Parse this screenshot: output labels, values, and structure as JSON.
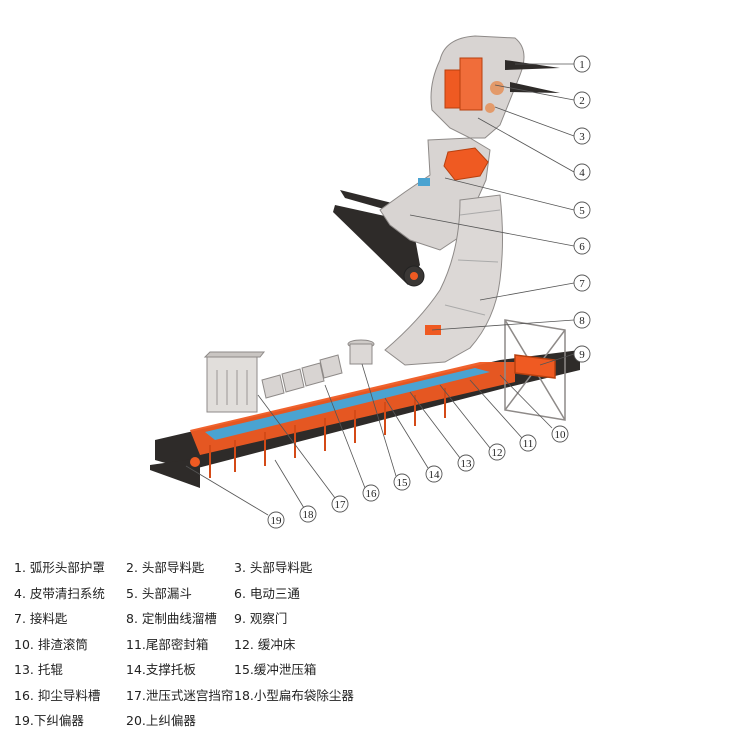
{
  "colors": {
    "housing": "#d8d4d2",
    "housing_edge": "#8e8a88",
    "frame": "#ef5a22",
    "belt": "#2e2b29",
    "rollers": "#4aa3d1",
    "line": "#555555"
  },
  "callouts": [
    "1",
    "2",
    "3",
    "4",
    "5",
    "6",
    "7",
    "8",
    "9",
    "10",
    "11",
    "12",
    "13",
    "14",
    "15",
    "16",
    "17",
    "18",
    "19"
  ],
  "legend": [
    [
      {
        "text": "1. 弧形头部护罩"
      },
      {
        "text": "2. 头部导料匙"
      },
      {
        "text": "3. 头部导料匙"
      }
    ],
    [
      {
        "text": "4. 皮带清扫系统"
      },
      {
        "text": "5. 头部漏斗"
      },
      {
        "text": "6. 电动三通"
      }
    ],
    [
      {
        "text": "7. 接料匙"
      },
      {
        "text": "8. 定制曲线溜槽"
      },
      {
        "text": "9. 观察门"
      }
    ],
    [
      {
        "text": "10. 排渣滚筒"
      },
      {
        "text": "11.尾部密封箱"
      },
      {
        "text": "12. 缓冲床"
      }
    ],
    [
      {
        "text": "13. 托辊"
      },
      {
        "text": "14.支撑托板"
      },
      {
        "text": "15.缓冲泄压箱"
      }
    ],
    [
      {
        "text": "16. 抑尘导料槽"
      },
      {
        "text": "17.泄压式迷宫挡帘"
      },
      {
        "text": "18.小型扁布袋除尘器"
      }
    ],
    [
      {
        "text": "19.下纠偏器"
      },
      {
        "text": "20.上纠偏器"
      }
    ]
  ]
}
